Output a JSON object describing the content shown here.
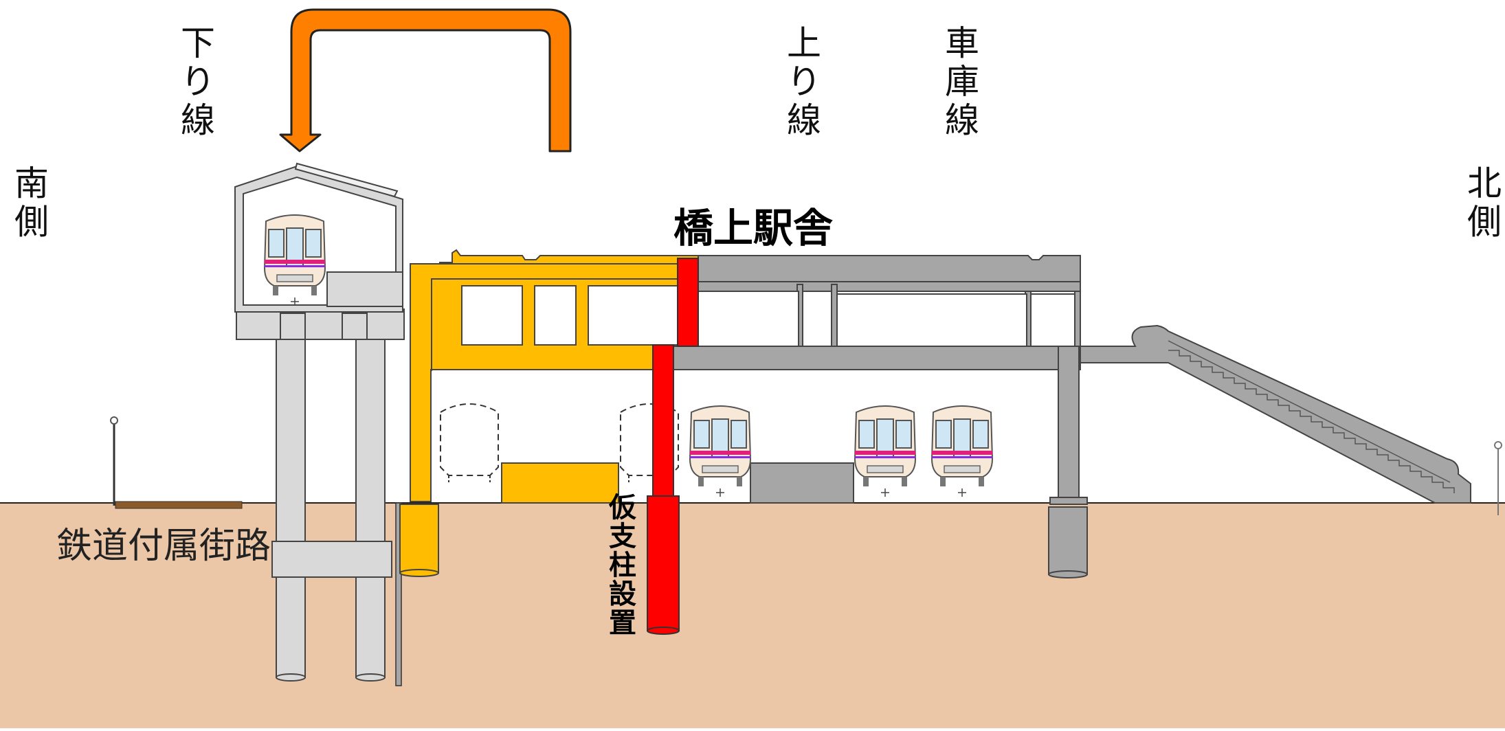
{
  "labels": {
    "south": [
      "南",
      "側"
    ],
    "north": [
      "北",
      "側"
    ],
    "down_line": [
      "下",
      "り",
      "線"
    ],
    "up_line": [
      "上",
      "り",
      "線"
    ],
    "depot_line": [
      "車",
      "庫",
      "線"
    ],
    "station_building": "橋上駅舎",
    "temporary_column": [
      "仮",
      "支",
      "柱",
      "設",
      "置"
    ],
    "railway_road": "鉄道付属街路"
  },
  "colors": {
    "ground": "#ebc7a8",
    "new_structure": "#ffbc00",
    "temporary_column": "#ff0000",
    "existing_structure": "#a6a6a7",
    "viaduct": "#d9d9d9",
    "shift_arrow": "#ff8000",
    "road": "#8b5a2b"
  },
  "icons": {
    "shift_arrow": "orange-u-turn-arrow-icon",
    "train": "train-front-icon",
    "ghost_train": "dashed-train-outline-icon"
  }
}
